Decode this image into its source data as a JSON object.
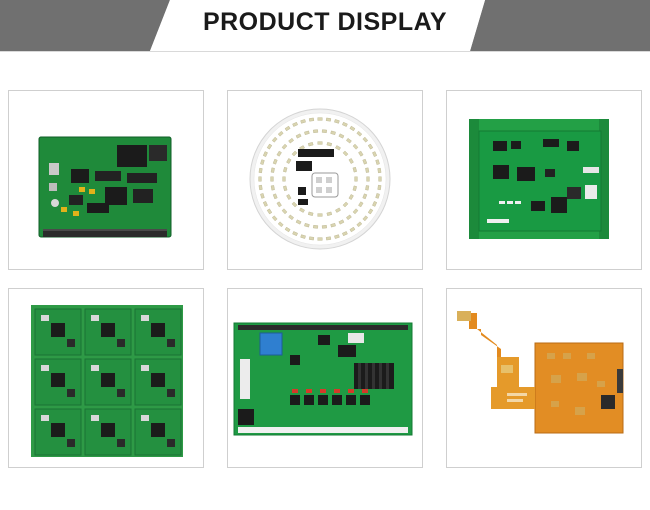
{
  "banner": {
    "title": "PRODUCT DISPLAY"
  },
  "colors": {
    "banner_dark": "#6f6f6f",
    "pcb_green": "#1f8f3a",
    "pcb_dark_green": "#0c5e2a",
    "led_white": "#f2f2f2",
    "flex_orange": "#e38a1e",
    "chip_black": "#1b1b1b"
  },
  "gallery": {
    "items": [
      {
        "icon": "green-pcb-image"
      },
      {
        "icon": "round-led-board-image"
      },
      {
        "icon": "small-green-pcb-image"
      },
      {
        "icon": "panelized-pcb-image"
      },
      {
        "icon": "control-board-image"
      },
      {
        "icon": "flex-pcb-image"
      }
    ]
  }
}
